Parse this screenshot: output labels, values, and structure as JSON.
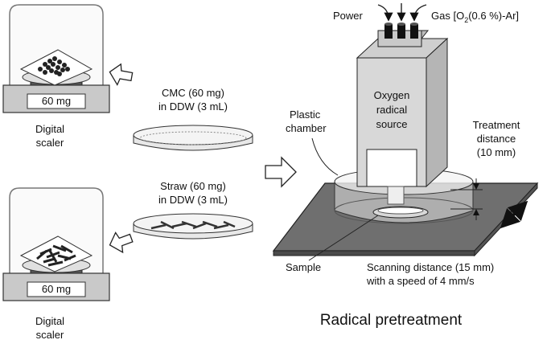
{
  "scale_top": {
    "display": "60 mg",
    "caption_line1": "Digital",
    "caption_line2": "scaler"
  },
  "scale_bottom": {
    "display": "60 mg",
    "caption_line1": "Digital",
    "caption_line2": "scaler"
  },
  "dish_cmc": {
    "label_line1": "CMC (60 mg)",
    "label_line2": "in DDW (3 mL)"
  },
  "dish_straw": {
    "label_line1": "Straw (60 mg)",
    "label_line2": "in DDW (3 mL)"
  },
  "device": {
    "power_label": "Power",
    "gas_label_prefix": "Gas [O",
    "gas_label_sub": "2",
    "gas_label_suffix": "(0.6 %)-Ar]",
    "source_line1": "Oxygen",
    "source_line2": "radical",
    "source_line3": "source",
    "chamber_line1": "Plastic",
    "chamber_line2": "chamber",
    "treatment_line1": "Treatment",
    "treatment_line2": "distance",
    "treatment_line3": "(10 mm)",
    "sample_label": "Sample",
    "scanning_line1": "Scanning distance (15 mm)",
    "scanning_line2": "with a speed of 4 mm/s"
  },
  "title": "Radical pretreatment",
  "colors": {
    "stage": "#6f6f6f",
    "body": "#d4d4d4",
    "dark": "#111111",
    "mid": "#9a9a9a"
  }
}
